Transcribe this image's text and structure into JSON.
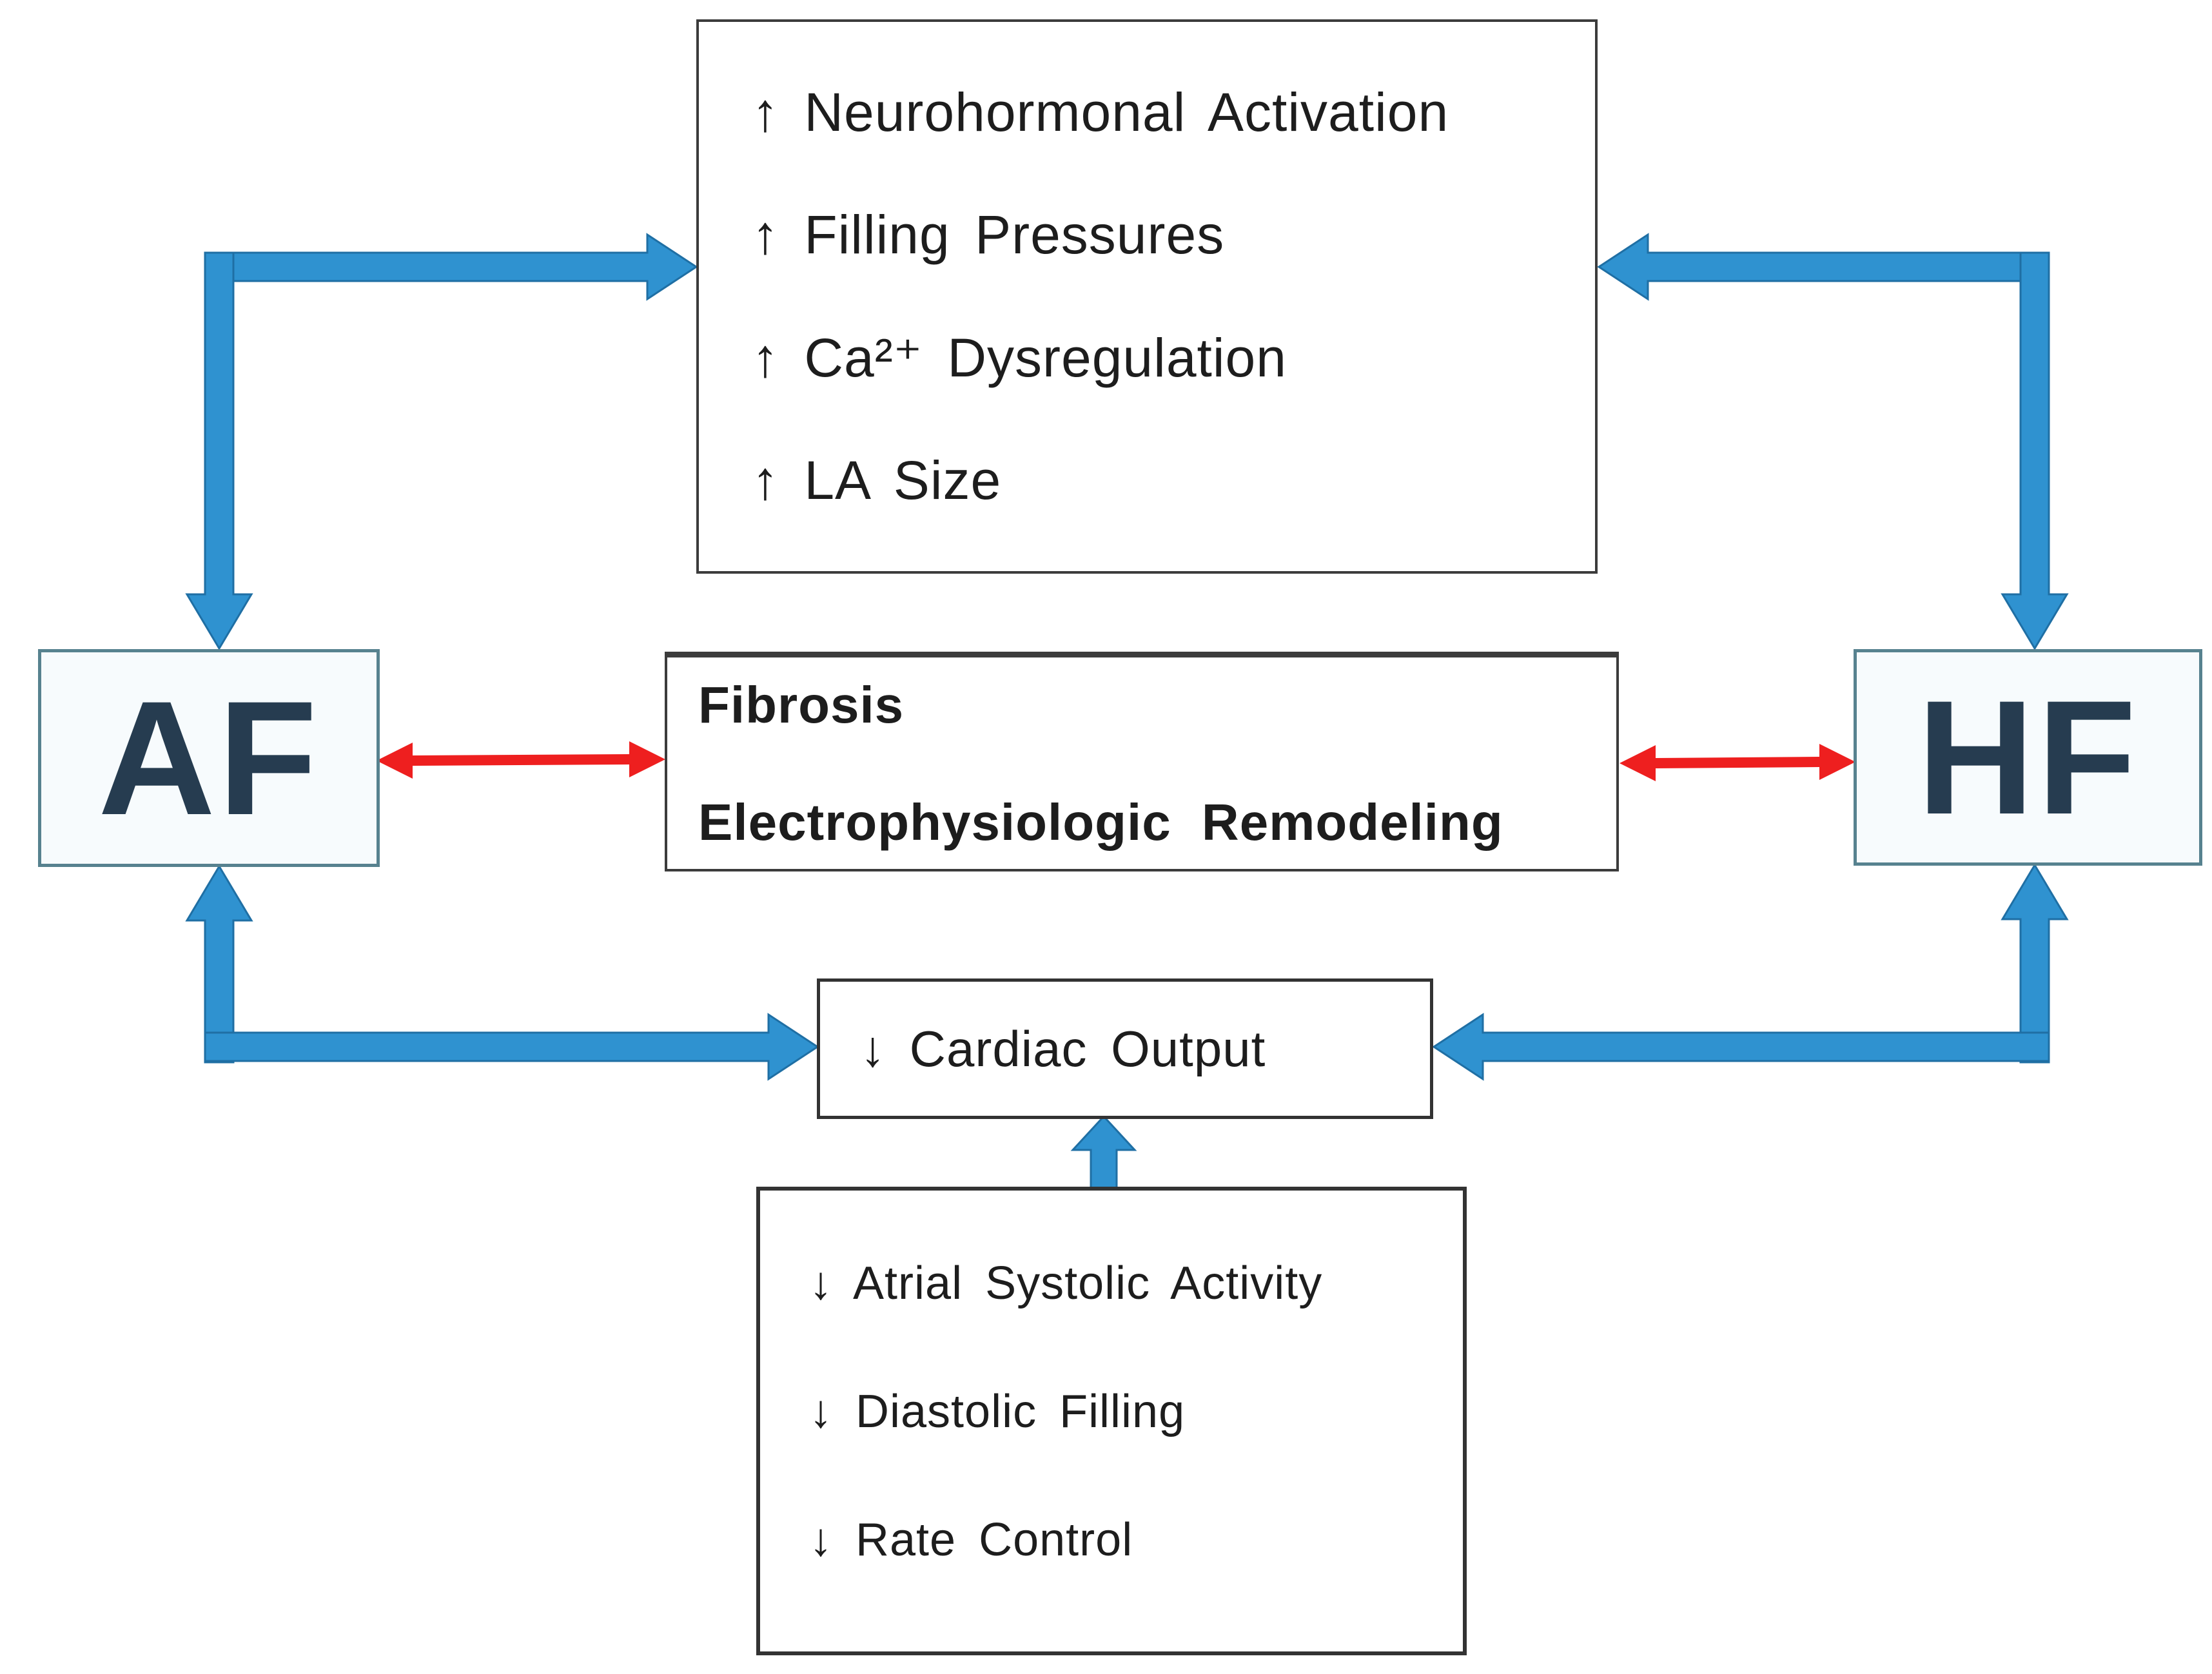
{
  "colors": {
    "arrow-blue": "#2f92d0",
    "arrow-blue-edge": "#1f6fa4",
    "arrow-red": "#ee1f1f",
    "border-dark": "#3c3c3c",
    "border-black": "#333333",
    "panel-border": "#57828f",
    "panel-bg": "#f7fbfd",
    "panel-text": "#263c50",
    "text": "#1d1d1d"
  },
  "nodes": {
    "af": {
      "label": "AF"
    },
    "hf": {
      "label": "HF"
    },
    "top_factors": {
      "items": [
        "↑ Neurohormonal Activation",
        "↑ Filling Pressures",
        "↑ Ca²⁺ Dysregulation",
        "↑ LA Size"
      ]
    },
    "remodeling": {
      "items": [
        "Fibrosis",
        "Electrophysiologic Remodeling"
      ]
    },
    "cardiac_output": {
      "label": "↓ Cardiac Output"
    },
    "bottom_factors": {
      "items": [
        "↓ Atrial Systolic Activity",
        "↓ Diastolic Filling",
        "↓ Rate Control"
      ]
    }
  }
}
